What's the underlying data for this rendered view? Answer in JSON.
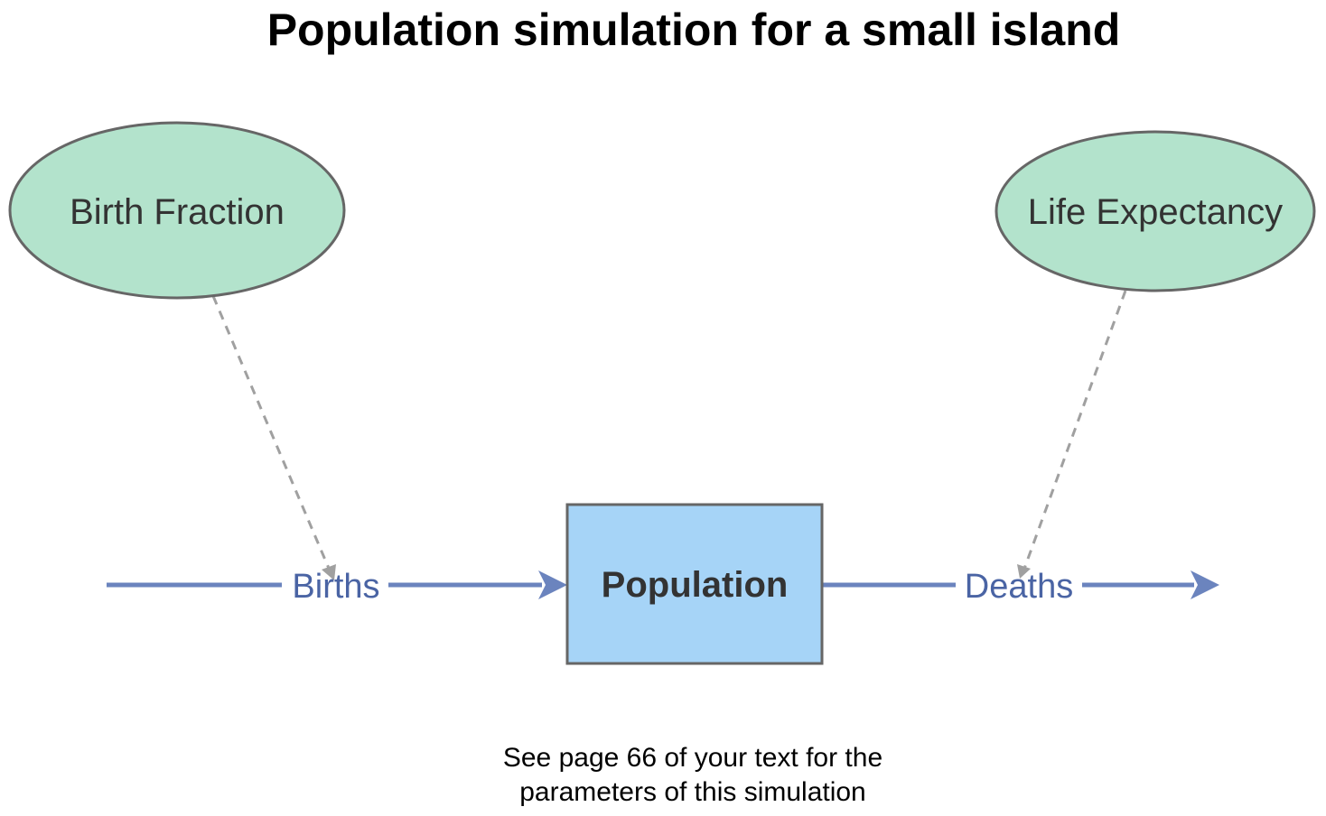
{
  "title": "Population simulation for a small island",
  "auxiliaries": {
    "birth_fraction": "Birth Fraction",
    "life_expectancy": "Life Expectancy"
  },
  "stock": {
    "population": "Population"
  },
  "flows": {
    "births": "Births",
    "deaths": "Deaths"
  },
  "note": {
    "line1": "See page 66 of your text for the",
    "line2": "parameters of this simulation"
  },
  "colors": {
    "auxiliary_fill": "#b3e3cc",
    "stock_fill": "#a6d4f7",
    "node_stroke": "#666666",
    "flow_line": "#6b84be",
    "flow_label": "#4a64a4",
    "influence_line": "#a0a0a0"
  }
}
